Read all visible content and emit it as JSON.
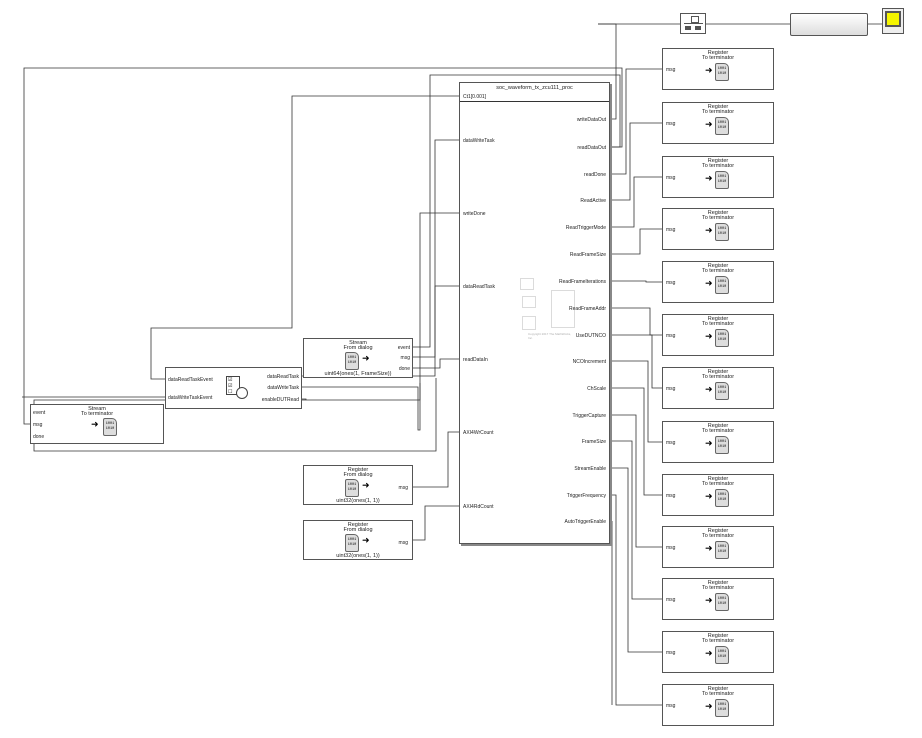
{
  "main_block": {
    "title": "soc_waveform_tx_zcu111_proc",
    "sample_time": "Ct1[0.001]",
    "inputs": [
      "dataWriteTask",
      "writeDone",
      "dataReadTask",
      "readDataIn",
      "AXI4WrCount",
      "AXI4RdCount"
    ],
    "outputs": [
      "writeDataOut",
      "readDataOut",
      "readDone",
      "ReadActive",
      "ReadTriggerMode",
      "ReadFrameSize",
      "ReadFrameIterations",
      "ReadFrameAddr",
      "UseDUTNCO",
      "NCOIncrement",
      "ChScale",
      "TriggerCapture",
      "FrameSize",
      "StreamEnable",
      "TriggerFrequency",
      "AutoTriggerEnable"
    ],
    "copyright": "Copyright 2017 The MathWorks, Inc."
  },
  "register_to_terminator": {
    "title1": "Register",
    "title2": "To terminator",
    "port": "msg",
    "count": 13
  },
  "stream_to_terminator": {
    "title1": "Stream",
    "title2": "To terminator",
    "ports": [
      "event",
      "msg",
      "done"
    ]
  },
  "task_manager": {
    "inputs": [
      "dataReadTaskEvent",
      "dataWriteTaskEvent"
    ],
    "outputs": [
      "dataReadTask",
      "dataWriteTask",
      "enableDUTRead"
    ]
  },
  "stream_from_dialog": {
    "title1": "Stream",
    "title2": "From dialog",
    "ports": [
      "event",
      "msg",
      "done"
    ],
    "param": "uint64(ones(1, FrameSize))"
  },
  "register_from_dialog": [
    {
      "title1": "Register",
      "title2": "From dialog",
      "port": "msg",
      "param": "uint32(ones(1, 1))"
    },
    {
      "title1": "Register",
      "title2": "From dialog",
      "port": "msg",
      "param": "uint32(ones(1, 1))"
    }
  ],
  "doc_glyph": "1001\n1010",
  "colors": {
    "scope_screen": "#f5f500",
    "wire": "#333333"
  }
}
